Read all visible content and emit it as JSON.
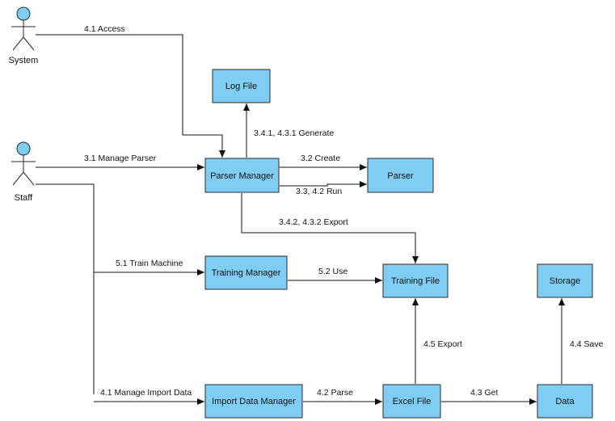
{
  "actors": [
    {
      "id": "system",
      "label": "System"
    },
    {
      "id": "staff",
      "label": "Staff"
    }
  ],
  "nodes": [
    {
      "id": "log-file",
      "label": "Log File"
    },
    {
      "id": "parser-manager",
      "label": "Parser Manager"
    },
    {
      "id": "parser",
      "label": "Parser"
    },
    {
      "id": "training-manager",
      "label": "Training Manager"
    },
    {
      "id": "training-file",
      "label": "Training File"
    },
    {
      "id": "storage",
      "label": "Storage"
    },
    {
      "id": "import-data-manager",
      "label": "Import Data Manager"
    },
    {
      "id": "excel-file",
      "label": "Excel File"
    },
    {
      "id": "data",
      "label": "Data"
    }
  ],
  "edges": [
    {
      "id": "access",
      "label": "4.1 Access"
    },
    {
      "id": "generate",
      "label": "3.4.1, 4.3.1 Generate"
    },
    {
      "id": "manage-parser",
      "label": "3.1 Manage Parser"
    },
    {
      "id": "create",
      "label": "3.2 Create"
    },
    {
      "id": "run",
      "label": "3.3, 4.2 Run"
    },
    {
      "id": "export-training",
      "label": "3.4.2, 4.3.2 Export"
    },
    {
      "id": "train-machine",
      "label": "5.1 Train Machine"
    },
    {
      "id": "use",
      "label": "5.2 Use"
    },
    {
      "id": "excel-export",
      "label": "4.5 Export"
    },
    {
      "id": "save",
      "label": "4.4 Save"
    },
    {
      "id": "manage-import",
      "label": "4.1 Manage Import Data"
    },
    {
      "id": "parse",
      "label": "4.2 Parse"
    },
    {
      "id": "get",
      "label": "4.3 Get"
    }
  ],
  "colors": {
    "node_fill": "#7fcdf3",
    "stroke": "#2b2b2b"
  }
}
